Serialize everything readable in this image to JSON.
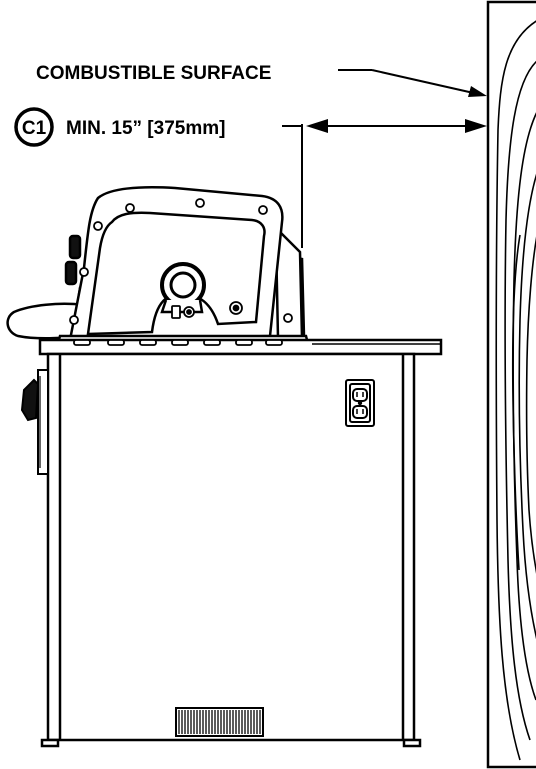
{
  "labels": {
    "combustible_surface": "COMBUSTIBLE SURFACE",
    "callout_id": "C1",
    "min_clearance": "MIN. 15” [375mm]"
  },
  "colors": {
    "line": "#000000",
    "background": "#ffffff"
  },
  "icons": {
    "outlet": "duplex-outlet-icon",
    "vent": "vent-grille-icon"
  }
}
